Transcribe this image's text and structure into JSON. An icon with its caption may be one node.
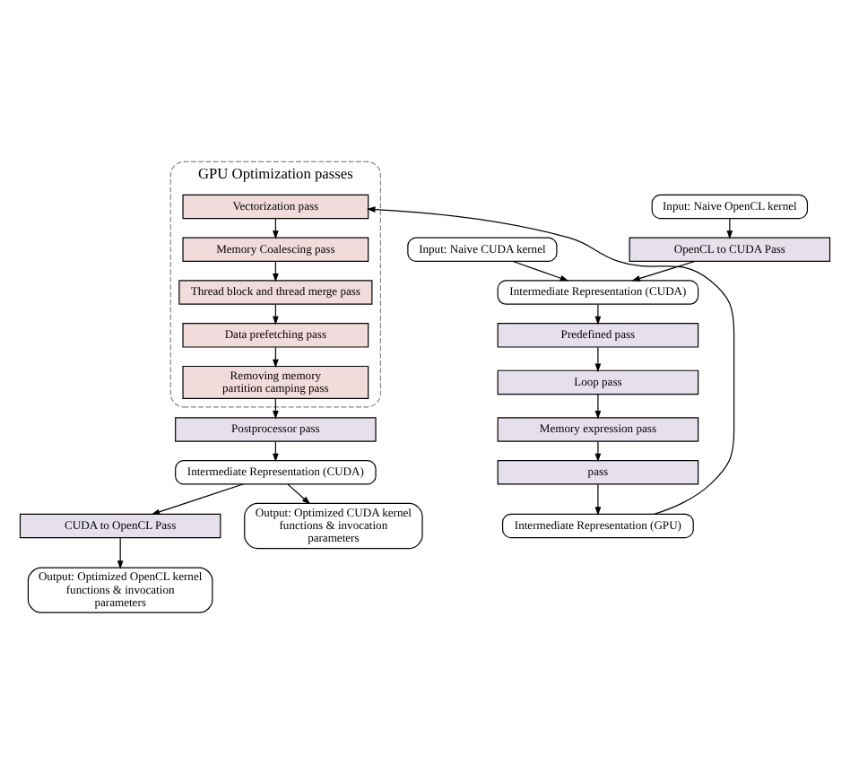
{
  "diagram": {
    "nodes": [
      {
        "text": [
          "Input: Naive CUDA kernel"
        ]
      },
      {
        "text": [
          "Input: Naive OpenCL kernel"
        ]
      },
      {
        "text": [
          "OpenCL to CUDA Pass"
        ]
      },
      {
        "text": [
          "Intermediate Representation (CUDA)"
        ]
      },
      {
        "text": [
          "GPU Optimization passes"
        ]
      },
      {
        "text": [
          "Vectorization pass"
        ],
        "in": 4
      },
      {
        "text": [
          "Memory Coalescing pass"
        ],
        "in": 4
      },
      {
        "text": [
          "Thread block and thread merge pass"
        ],
        "in": 4
      },
      {
        "text": [
          "Data prefetching pass"
        ],
        "in": 4
      },
      {
        "text": [
          "Removing memory partition camping pass"
        ],
        "in": 4
      },
      {
        "text": [
          "Predefined pass"
        ]
      },
      {
        "text": [
          "Loop pass"
        ]
      },
      {
        "text": [
          "Memory expression pass"
        ]
      },
      {
        "text": [
          "pass"
        ]
      },
      {
        "text": [
          "Intermediate Representation (GPU)"
        ]
      },
      {
        "text": [
          "Postprocessor pass"
        ]
      },
      {
        "text": [
          "Intermediate Representation (CUDA)"
        ]
      },
      {
        "text": [
          "CUDA to OpenCL Pass"
        ]
      },
      {
        "text": [
          "Output: Optimized CUDA kernel functions & invocation parameters"
        ]
      },
      {
        "text": [
          "Output: Optimized OpenCL kernel functions & invocation parameters"
        ]
      }
    ],
    "edges": [
      {
        "from": 0,
        "to": 3,
        "arrow": "to"
      },
      {
        "from": 1,
        "to": 2,
        "arrow": "to"
      },
      {
        "from": 2,
        "to": 3,
        "arrow": "to"
      },
      {
        "from": 3,
        "to": 10,
        "arrow": "to"
      },
      {
        "from": 10,
        "to": 11,
        "arrow": "to"
      },
      {
        "from": 11,
        "to": 12,
        "arrow": "to"
      },
      {
        "from": 12,
        "to": 13,
        "arrow": "to"
      },
      {
        "from": 13,
        "to": 14,
        "arrow": "to"
      },
      {
        "from": 14,
        "to": 5,
        "arrow": "to"
      },
      {
        "from": 5,
        "to": 6,
        "arrow": "to"
      },
      {
        "from": 6,
        "to": 7,
        "arrow": "to"
      },
      {
        "from": 7,
        "to": 8,
        "arrow": "to"
      },
      {
        "from": 8,
        "to": 9,
        "arrow": "to"
      },
      {
        "from": 9,
        "to": 15,
        "arrow": "to"
      },
      {
        "from": 15,
        "to": 16,
        "arrow": "to"
      },
      {
        "from": 16,
        "to": 17,
        "arrow": "to"
      },
      {
        "from": 17,
        "to": 19,
        "arrow": "to"
      },
      {
        "from": 16,
        "to": 18,
        "arrow": "to"
      }
    ]
  }
}
